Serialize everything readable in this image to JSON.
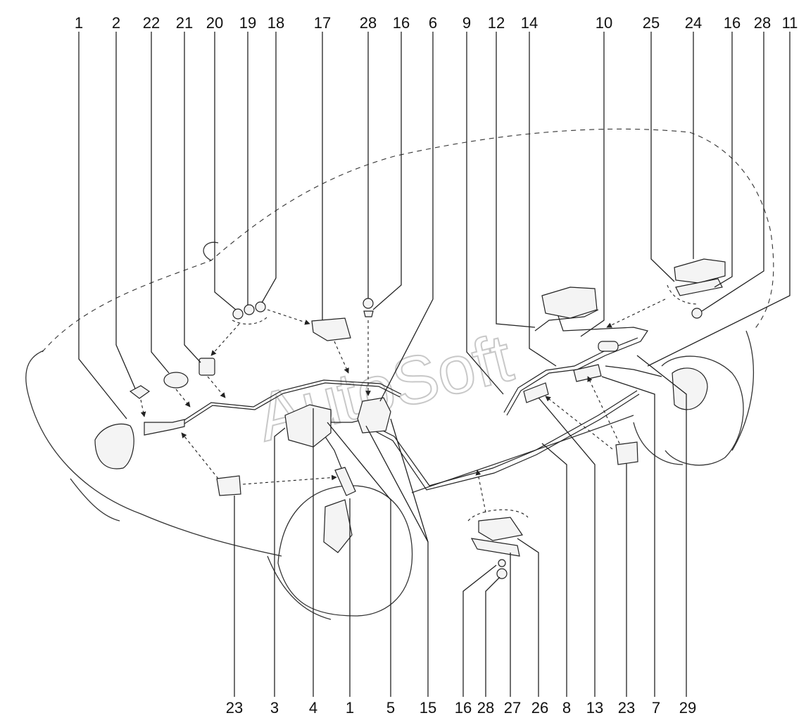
{
  "watermark": "AutoSoft",
  "labels_top": [
    "1",
    "2",
    "22",
    "21",
    "20",
    "19",
    "18",
    "17",
    "28",
    "16",
    "6",
    "9",
    "12",
    "14",
    "10",
    "25",
    "24",
    "16",
    "28",
    "11"
  ],
  "labels_bottom": [
    "23",
    "3",
    "4",
    "1",
    "5",
    "15",
    "16",
    "28",
    "27",
    "26",
    "8",
    "13",
    "23",
    "7",
    "29"
  ]
}
